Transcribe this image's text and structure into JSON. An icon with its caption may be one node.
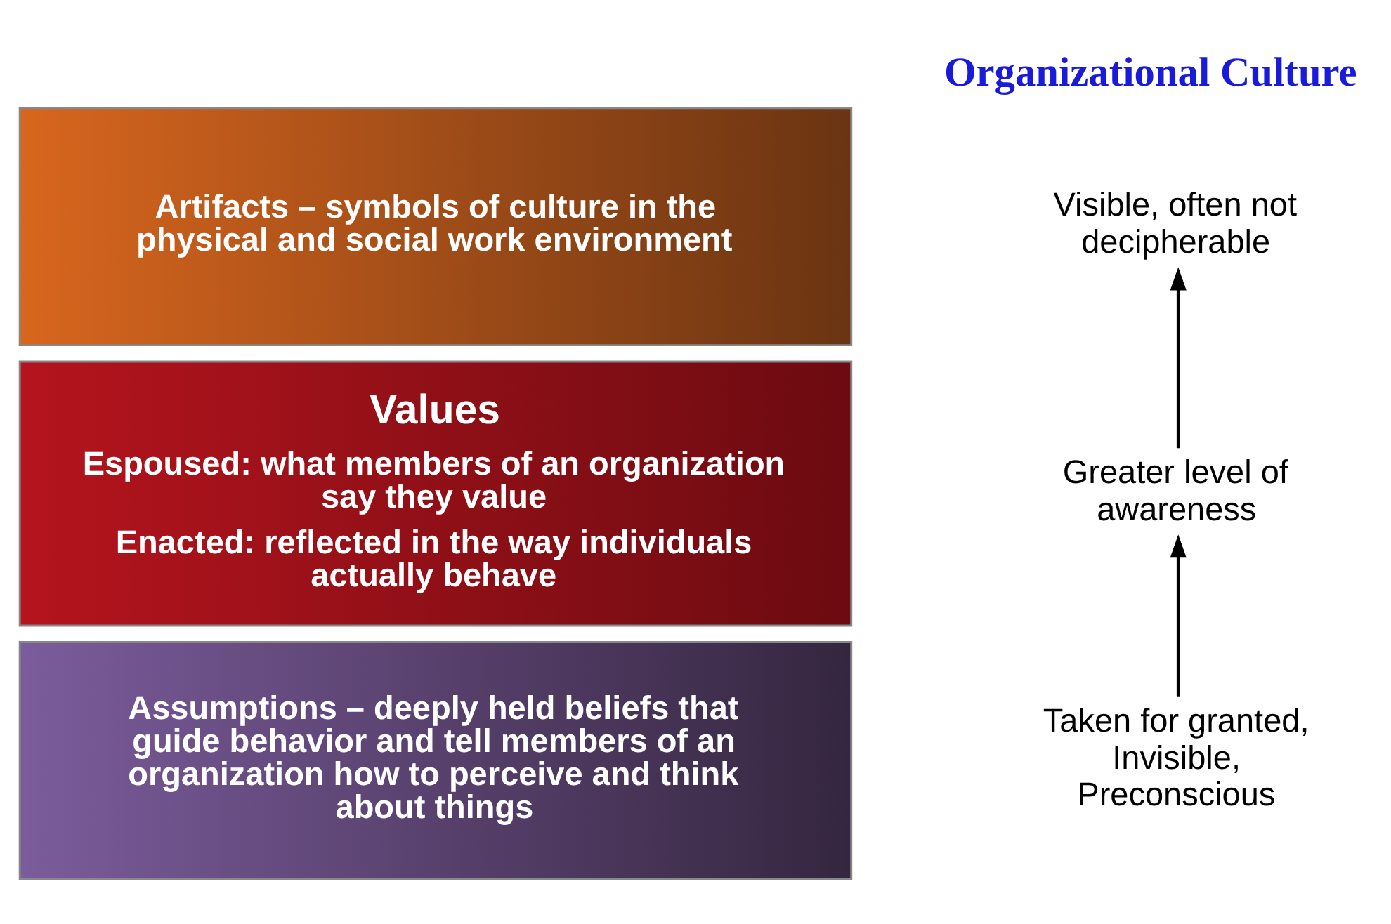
{
  "diagram": {
    "title": "Organizational Culture",
    "nodes": [
      {
        "text": [
          "Artifacts – symbols of culture in the physical and social work environment"
        ]
      },
      {
        "text": [
          "Visible, often not decipherable"
        ]
      },
      {
        "text": [
          "Values",
          "Espoused: what members of an organization say they value",
          "Enacted: reflected in the way individuals actually behave"
        ]
      },
      {
        "text": [
          "Greater level of awareness"
        ]
      },
      {
        "text": [
          "Assumptions – deeply held beliefs that guide behavior and tell members of an organization how to perceive and think about things"
        ]
      },
      {
        "text": [
          "Taken for granted, Invisible, Preconscious"
        ]
      }
    ],
    "edges": [
      {
        "from": 5,
        "to": 3,
        "arrow": "to"
      },
      {
        "from": 3,
        "to": 1,
        "arrow": "to"
      }
    ]
  }
}
